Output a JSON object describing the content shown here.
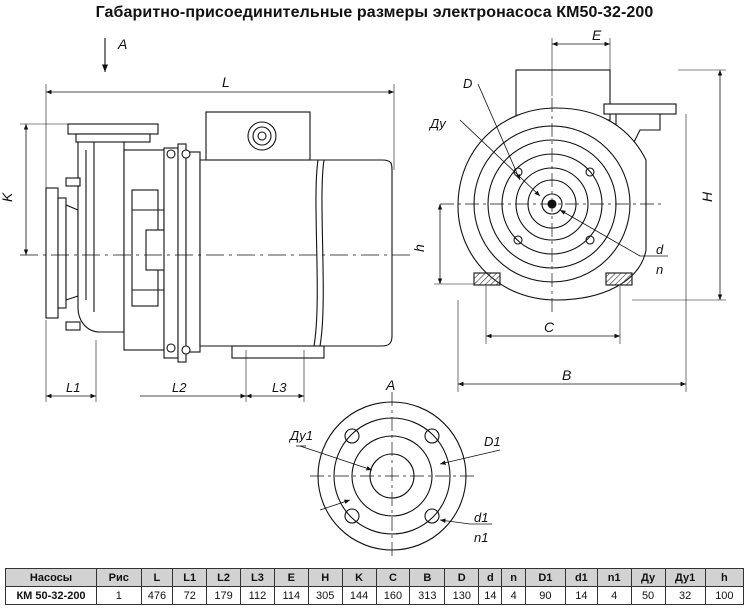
{
  "title": "Габаритно-присоединительные размеры электронасоса КМ50-32-200",
  "labels": {
    "view_A": "А",
    "section_A": "А",
    "L": "L",
    "L1": "L1",
    "L2": "L2",
    "L3": "L3",
    "K": "K",
    "E": "E",
    "H": "H",
    "h": "h",
    "C": "C",
    "B": "B",
    "D": "D",
    "Dy": "Ду",
    "d": "d",
    "n": "n",
    "Dy1": "Ду1",
    "D1": "D1",
    "d1": "d1",
    "n1": "n1"
  },
  "table": {
    "headers": [
      "Насосы",
      "Рис",
      "L",
      "L1",
      "L2",
      "L3",
      "E",
      "H",
      "K",
      "C",
      "B",
      "D",
      "d",
      "n",
      "D1",
      "d1",
      "n1",
      "Ду",
      "Ду1",
      "h"
    ],
    "rows": [
      [
        "КМ 50-32-200",
        "1",
        "476",
        "72",
        "179",
        "112",
        "114",
        "305",
        "144",
        "160",
        "313",
        "130",
        "14",
        "4",
        "90",
        "14",
        "4",
        "50",
        "32",
        "100"
      ]
    ]
  }
}
